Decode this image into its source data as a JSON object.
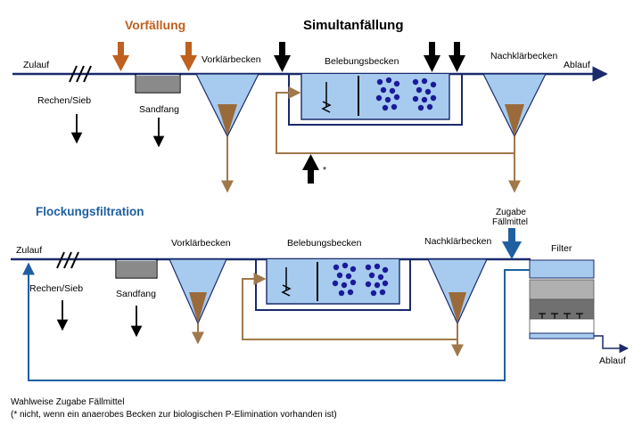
{
  "colors": {
    "process_line": "#1a2a6c",
    "sludge_line": "#a0784a",
    "tank_water": "#a7cbee",
    "tank_edge": "#1a2a6c",
    "sludge": "#9a6a3a",
    "orange_arrow": "#c0601f",
    "blue_arrow": "#1f5fa0",
    "biomass": "#1a1a9a",
    "sandfang": "#8a8a8a",
    "filter_gray": "#b0b0b0",
    "filter_dark": "#707070"
  },
  "icons": {
    "orange_arrow": "orange-down-arrow-icon",
    "black_arrow": "black-down-arrow-icon",
    "blue_arrow": "blue-down-arrow-icon",
    "biomass": "biomass-dots-icon",
    "mixer": "mixer-icon"
  },
  "top": {
    "heading_vorfaellung": "Vorfällung",
    "heading_simultan": "Simultanfällung",
    "zulauf": "Zulauf",
    "ablauf": "Ablauf",
    "rechen": "Rechen/Sieb",
    "sandfang": "Sandfang",
    "vorklaer": "Vorklärbecken",
    "belebung": "Belebungsbecken",
    "nachklaer": "Nachklärbecken",
    "asterisk": "*"
  },
  "bottom": {
    "heading": "Flockungsfiltration",
    "zulauf": "Zulauf",
    "ablauf": "Ablauf",
    "rechen": "Rechen/Sieb",
    "sandfang": "Sandfang",
    "vorklaer": "Vorklärbecken",
    "belebung": "Belebungsbecken",
    "nachklaer": "Nachklärbecken",
    "zugabe_line1": "Zugabe",
    "zugabe_line2": "Fällmittel",
    "filter": "Filter"
  },
  "footnote": {
    "line1": "Wahlweise Zugabe Fällmittel",
    "line2": "(* nicht, wenn ein anaerobes Becken zur biologischen P-Elimination vorhanden ist)"
  }
}
